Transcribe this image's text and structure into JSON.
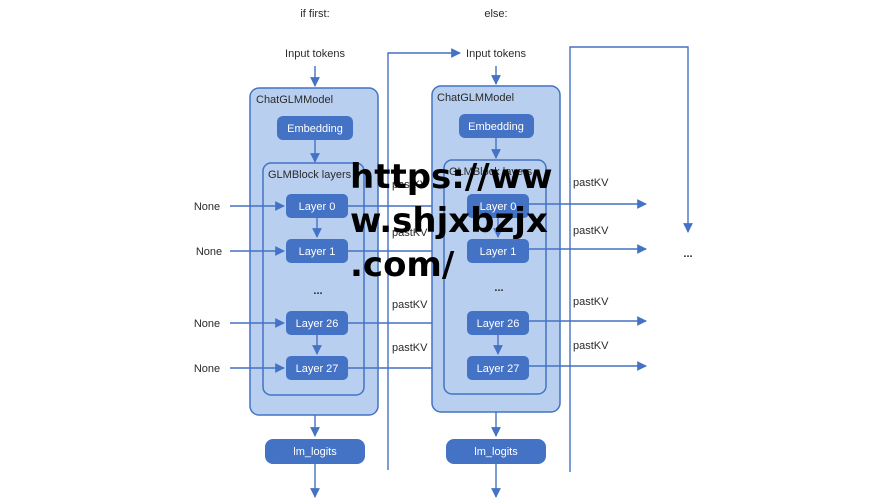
{
  "headers": {
    "first": "if first:",
    "else": "else:"
  },
  "left": {
    "input_tokens": "Input tokens",
    "model_label": "ChatGLMModel",
    "embedding": "Embedding",
    "block_label": "GLMBlock layers",
    "layers": [
      "Layer 0",
      "Layer 1",
      "...",
      "Layer 26",
      "Layer 27"
    ],
    "inputs": [
      "None",
      "None",
      "None",
      "None"
    ],
    "lm_logits": "lm_logits"
  },
  "right": {
    "input_tokens": "Input tokens",
    "model_label": "ChatGLMModel",
    "embedding": "Embedding",
    "block_label": "GLMBlock layers",
    "layers": [
      "Layer 0",
      "Layer 1",
      "...",
      "Layer 26",
      "Layer 27"
    ],
    "lm_logits": "lm_logits"
  },
  "pastkv_mid": [
    "pastKV",
    "pastKV",
    "pastKV",
    "pastKV"
  ],
  "pastkv_right": [
    "pastKV",
    "pastKV",
    "pastKV",
    "pastKV"
  ],
  "right_ellipsis": "...",
  "watermark": [
    "https://ww",
    "w.shjxbzjx",
    ".com/"
  ],
  "colors": {
    "panel_fill": "#b8cff0",
    "panel_stroke": "#4472c4",
    "node_fill": "#4472c4",
    "arrow": "#4472c4"
  }
}
